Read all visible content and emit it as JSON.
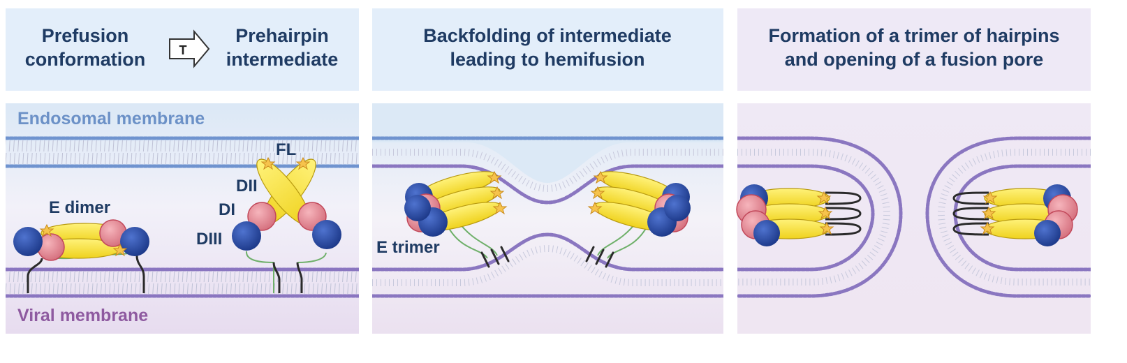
{
  "panels": [
    {
      "header": {
        "left_lines": [
          "Prefusion",
          "conformation"
        ],
        "arrow_label": "T",
        "right_lines": [
          "Prehairpin",
          "intermediate"
        ]
      },
      "membranes": {
        "top": "Endosomal membrane",
        "bottom": "Viral membrane"
      },
      "labels": {
        "e_dimer": "E dimer",
        "fl": "FL",
        "dii": "DII",
        "di": "DI",
        "diii": "DIII"
      }
    },
    {
      "header": {
        "lines": [
          "Backfolding of intermediate",
          "leading to hemifusion"
        ]
      },
      "labels": {
        "e_trimer": "E trimer"
      }
    },
    {
      "header": {
        "lines": [
          "Formation of a trimer of hairpins",
          "and opening of a fusion pore"
        ]
      }
    }
  ],
  "colors": {
    "header_bg_blue": "#e3eefa",
    "header_bg_lilac": "#eee9f6",
    "endosomal_label": "#6c91c7",
    "viral_label": "#8e5aa0",
    "domain_yellow": "#f8e53a",
    "domain_pink": "#e8909a",
    "domain_blue": "#2748a5",
    "linker_green": "#6fb06a",
    "fusion_loop_star": "#f6c34c"
  }
}
